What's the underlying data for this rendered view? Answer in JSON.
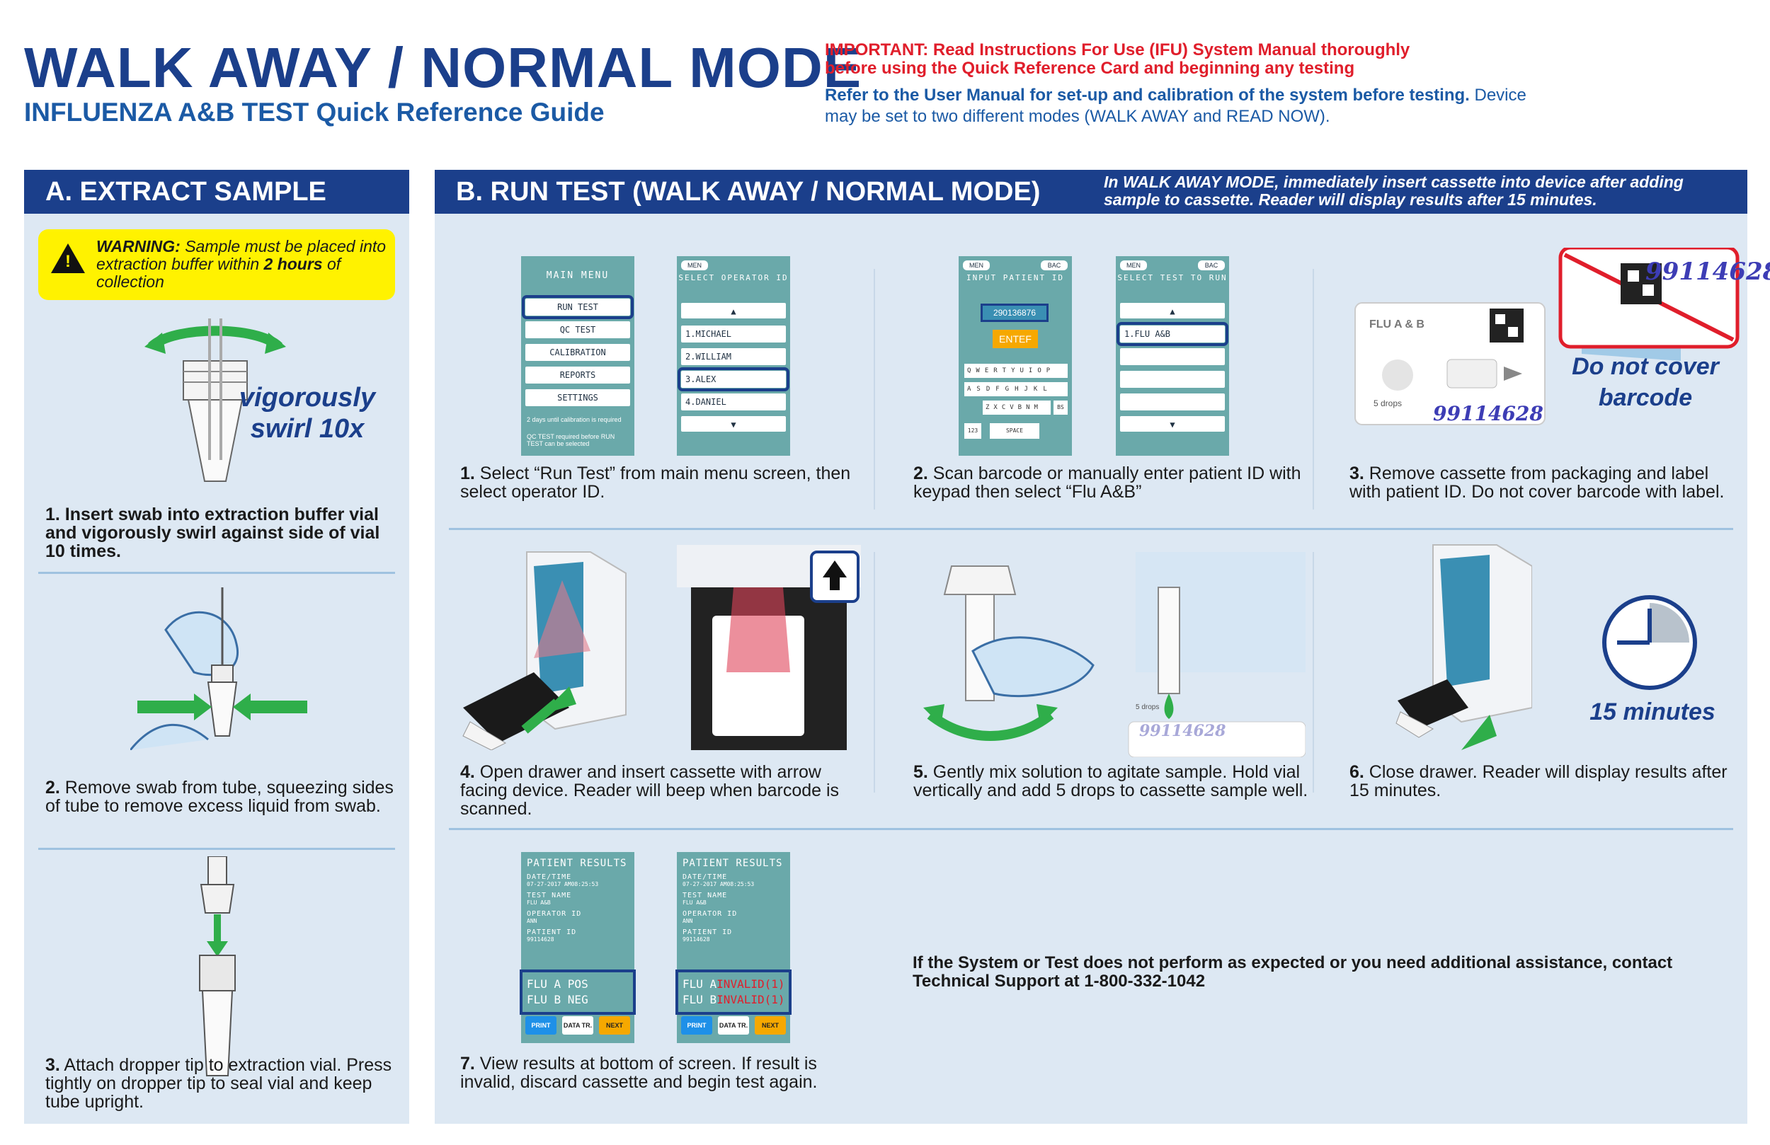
{
  "header": {
    "title": "WALK AWAY / NORMAL MODE",
    "subtitle": "INFLUENZA A&B TEST Quick Reference Guide",
    "important_line1": "IMPORTANT: Read Instructions For Use (IFU) System Manual thoroughly",
    "important_line2": "before using the Quick Reference Card and beginning any testing",
    "refer_bold": "Refer to the User Manual for set-up and calibration of the system before testing.",
    "refer_rest": " Device may be set to two different modes (WALK AWAY and READ NOW)."
  },
  "section_a": {
    "heading": "A.  EXTRACT SAMPLE",
    "warning_label": "WARNING:",
    "warning_text1": " Sample must be placed into extraction buffer within ",
    "warning_bold": "2 hours",
    "warning_text2": " of collection",
    "callout": "vigorously swirl 10x",
    "step1_num": "1.",
    "step1": " Insert swab into extraction buffer vial and vigorously swirl against side of vial 10 times.",
    "step2_num": "2.",
    "step2": " Remove swab from tube, squeezing sides of tube to remove excess liquid from swab.",
    "step3_num": "3.",
    "step3": " Attach dropper tip to extraction vial. Press tightly on dropper tip to seal vial and keep tube upright."
  },
  "section_b": {
    "heading": "B.  RUN TEST (WALK AWAY / NORMAL MODE)",
    "note": "In WALK AWAY MODE, immediately insert cassette into   device after adding sample to cassette. Reader will display results after 15 minutes.",
    "step1_num": "1.",
    "step1": " Select “Run Test” from main menu screen, then select operator ID.",
    "step2_num": "2.",
    "step2": " Scan barcode or manually enter patient ID with keypad then select “Flu A&B”",
    "step3_num": "3.",
    "step3": " Remove cassette from packaging and label with patient ID. Do not cover barcode with label.",
    "step4_num": "4.",
    "step4": " Open drawer and insert cassette with arrow facing device. Reader will beep when barcode is scanned.",
    "step5_num": "5.",
    "step5": " Gently mix solution to agitate sample. Hold vial vertically and add 5 drops to cassette sample well.",
    "step6_num": "6.",
    "step6": " Close drawer. Reader will display results after 15 minutes.",
    "step7_num": "7.",
    "step7": " View results at bottom of screen. If result is invalid, discard cassette and begin test again.",
    "barcode_callout": "Do not cover barcode",
    "timer_label": "15 minutes",
    "support": "If the System or Test does not perform as expected or you need additional assistance, contact Technical Support at 1-800-332-1042"
  },
  "screens": {
    "main_menu": {
      "title": "MAIN MENU",
      "items": [
        "RUN TEST",
        "QC TEST",
        "CALIBRATION",
        "REPORTS",
        "SETTINGS"
      ],
      "note1": "2 days until calibration is required",
      "note2": "QC TEST required before RUN TEST can be selected"
    },
    "operator": {
      "menu": "MEN",
      "title": "SELECT OPERATOR ID",
      "items": [
        "1.MICHAEL",
        "2.WILLIAM",
        "3.ALEX",
        "4.DANIEL"
      ]
    },
    "patient": {
      "menu": "MEN",
      "back": "BAC",
      "title": "INPUT PATIENT ID",
      "id": "290136876",
      "enter": "ENTEF",
      "row1": "QWERTYUIOP",
      "row2": "ASDFGHJKL",
      "row3": "ZXCVBNM",
      "bs": "BS",
      "num": "123",
      "space": "SPACE"
    },
    "test_select": {
      "menu": "MEN",
      "back": "BAC",
      "title": "SELECT TEST TO RUN",
      "item": "1.FLU A&B"
    },
    "cassette": {
      "label": "FLU A & B",
      "drops": "5 drops",
      "patient_id": "99114628"
    },
    "results_pos": {
      "title": "PATIENT RESULTS",
      "l1": "DATE/TIME",
      "v1": "07-27-2017 AM08:25:53",
      "l2": "TEST NAME",
      "v2": "FLU A&B",
      "l3": "OPERATOR ID",
      "v3": "ANN",
      "l4": "PATIENT ID",
      "v4": "99114628",
      "ra": "FLU A POS",
      "rb": "FLU B NEG",
      "print": "PRINT",
      "data": "DATA TR.",
      "next": "NEXT"
    },
    "results_inv": {
      "title": "PATIENT RESULTS",
      "l1": "DATE/TIME",
      "v1": "07-27-2017 AM08:25:53",
      "l2": "TEST NAME",
      "v2": "FLU A&B",
      "l3": "OPERATOR ID",
      "v3": "ANN",
      "l4": "PATIENT ID",
      "v4": "99114628",
      "ra_name": "FLU A",
      "rb_name": "FLU B",
      "invalid": "INVALID(1)",
      "print": "PRINT",
      "data": "DATA TR.",
      "next": "NEXT"
    }
  },
  "colors": {
    "brand_blue": "#1b3f8b",
    "panel_bg": "#dde8f3",
    "warning_yellow": "#fff200",
    "important_red": "#e01e2b",
    "screen_teal": "#6aa9aa",
    "arrow_green": "#2fae4a"
  }
}
